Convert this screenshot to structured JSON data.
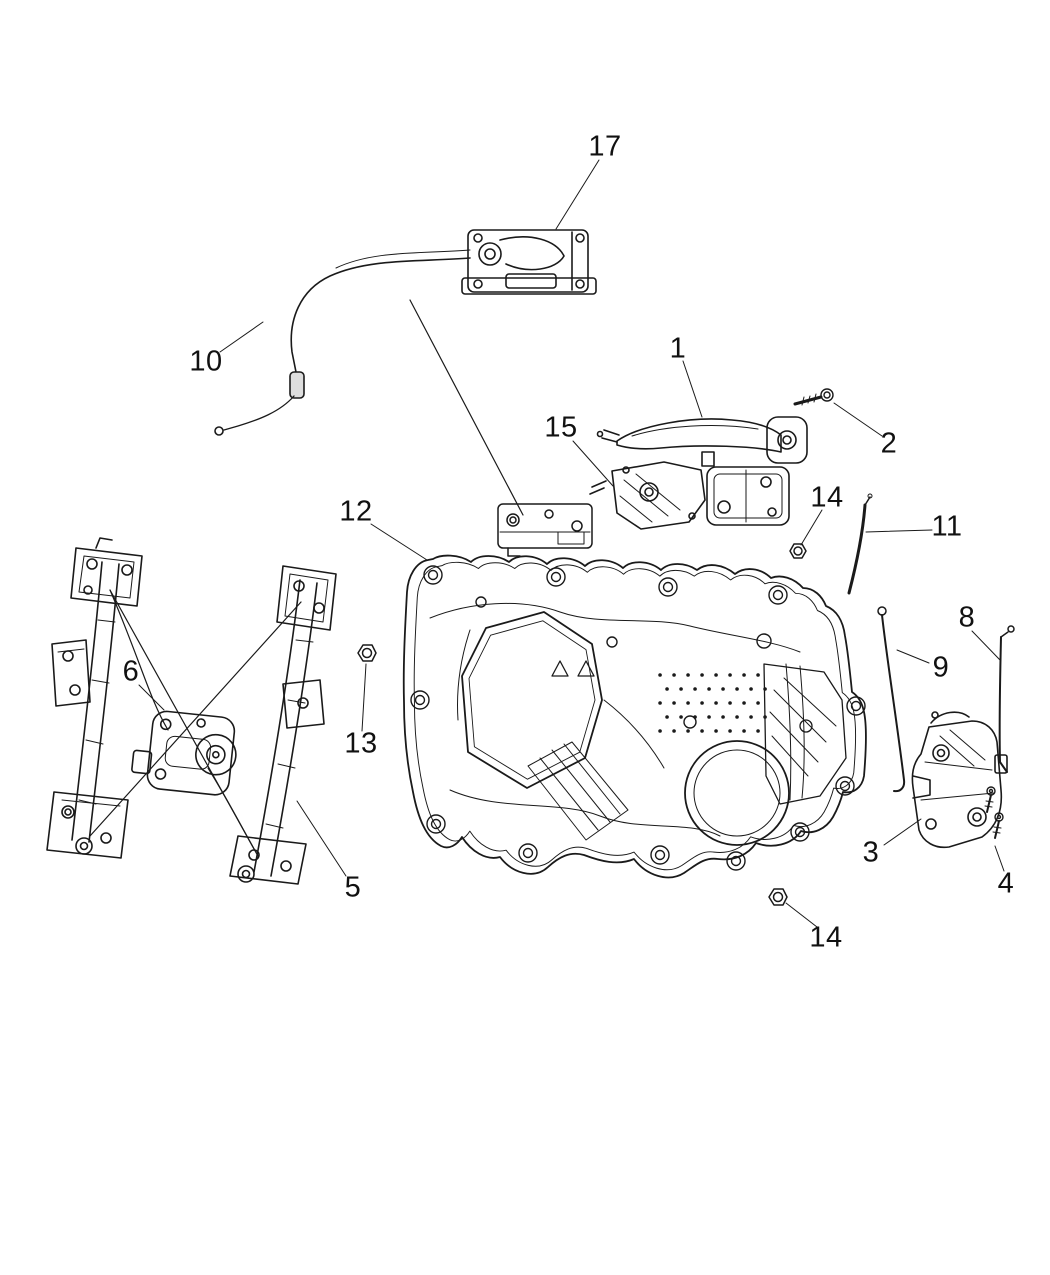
{
  "diagram": {
    "background_color": "#ffffff",
    "line_color": "#1a1a1a",
    "callouts": [
      {
        "label": "17",
        "part": "inside-handle-cable-unit"
      },
      {
        "label": "10",
        "part": "release-cable"
      },
      {
        "label": "1",
        "part": "exterior-door-handle"
      },
      {
        "label": "2",
        "part": "handle-screw"
      },
      {
        "label": "15",
        "part": "handle-mount-bracket"
      },
      {
        "label": "14",
        "part": "nut-upper"
      },
      {
        "label": "11",
        "part": "lock-rod"
      },
      {
        "label": "12",
        "part": "door-module-carrier-plate"
      },
      {
        "label": "8",
        "part": "link-rod-outer"
      },
      {
        "label": "9",
        "part": "link-rod-inner"
      },
      {
        "label": "13",
        "part": "nut-left"
      },
      {
        "label": "6",
        "part": "window-motor"
      },
      {
        "label": "5",
        "part": "window-regulator"
      },
      {
        "label": "3",
        "part": "door-latch"
      },
      {
        "label": "4",
        "part": "latch-screws"
      },
      {
        "label": "14",
        "part": "nut-lower"
      }
    ]
  }
}
